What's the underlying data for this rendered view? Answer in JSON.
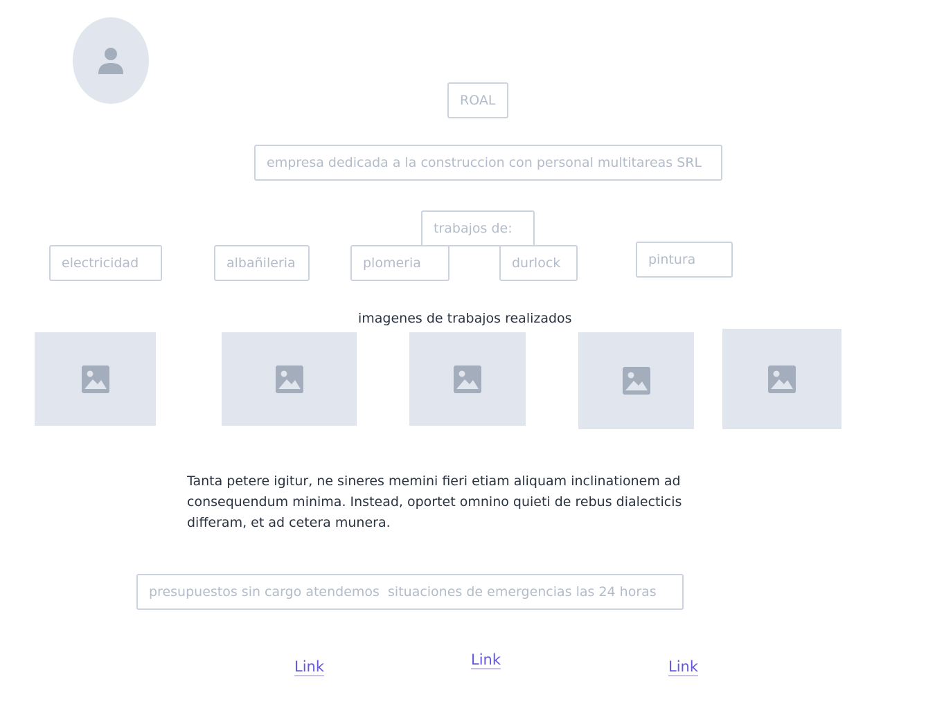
{
  "header": {
    "brand": "ROAL",
    "tagline": "empresa dedicada a la construccion con personal multitareas SRL"
  },
  "services": {
    "title": "trabajos de:",
    "items": [
      {
        "label": "electricidad"
      },
      {
        "label": "albañileria"
      },
      {
        "label": "plomeria"
      },
      {
        "label": "durlock"
      },
      {
        "label": "pintura"
      }
    ]
  },
  "gallery": {
    "title": "imagenes de trabajos realizados",
    "image_count": 5
  },
  "body": {
    "paragraph": "Tanta petere igitur, ne sineres memini fieri etiam aliquam inclinationem ad consequendum minima. Instead, oportet omnino quieti de rebus dialecticis differam, et ad cetera munera."
  },
  "notice": {
    "text": "presupuestos sin cargo atendemos  situaciones de emergencias las 24 horas"
  },
  "footer": {
    "links": [
      {
        "label": "Link"
      },
      {
        "label": "Link"
      },
      {
        "label": "Link"
      }
    ]
  },
  "colors": {
    "placeholder_bg": "#e0e5ee",
    "placeholder_icon": "#a3adbb",
    "border": "#ccd3df",
    "muted_text": "#b3bcca",
    "body_text": "#2a3342",
    "link": "#6457e0"
  },
  "icons": {
    "avatar": "user-icon",
    "image": "image-icon"
  }
}
